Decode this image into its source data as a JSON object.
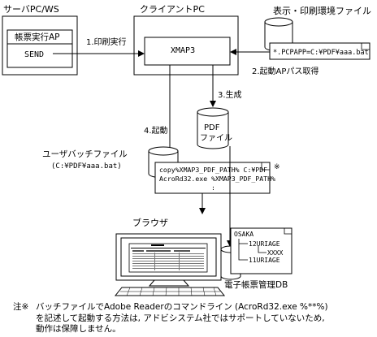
{
  "server": {
    "title": "サーバPC/WS",
    "program": "帳票実行AP",
    "send": "SEND"
  },
  "client": {
    "title": "クライアントPC",
    "engine": "XMAP3"
  },
  "config": {
    "title": "表示・印刷環境ファイル",
    "entry": "*.PCPAPP=C:¥PDF¥aaa.bat"
  },
  "steps": {
    "s1": "1.印刷実行",
    "s2": "2.起動APパス取得",
    "s3": "3.生成",
    "s4": "4.起動"
  },
  "pdf": {
    "line1": "PDF",
    "line2": "ファイル"
  },
  "batch": {
    "title": "ユーザバッチファイル",
    "path": "(C:¥PDF¥aaa.bat)",
    "lines": [
      "copy%XMAP3_PDF_PATH% C:¥PDF",
      "AcroRd32.exe %XMAP3_PDF_PATH%",
      ":"
    ],
    "note_mark": "※"
  },
  "browser": {
    "title": "ブラウザ"
  },
  "db": {
    "title": "電子帳票管理DB",
    "root": "OSAKA",
    "child1": "12URIAGE",
    "grandchild": "XXXX",
    "child2": "11URIAGE"
  },
  "footnote": {
    "mark": "注※",
    "lines": [
      "バッチファイルでAdobe Readerのコマンドライン (AcroRd32.exe %**%)",
      "を記述して起動する方法は, アドビシステム社ではサポートしていないため,",
      "動作は保障しません。"
    ]
  }
}
